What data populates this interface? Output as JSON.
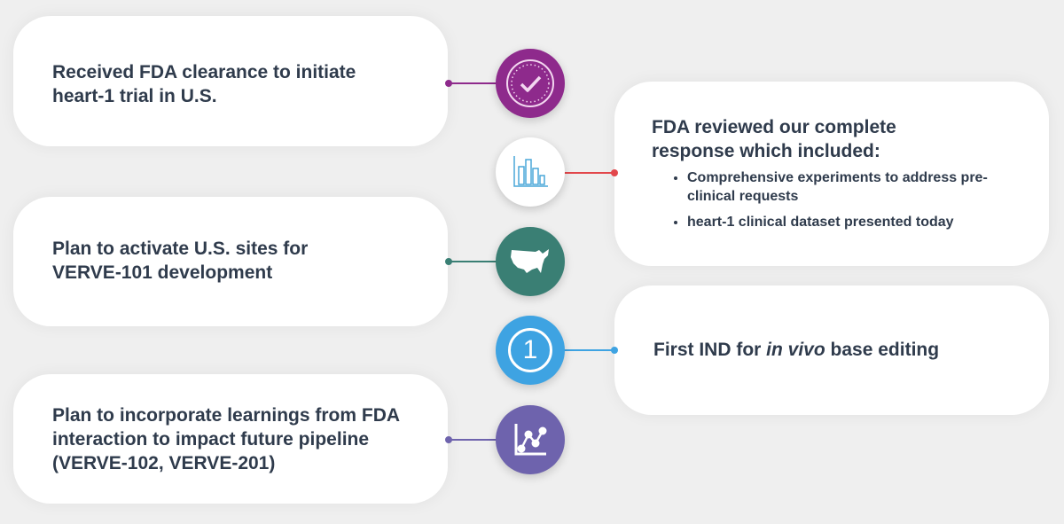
{
  "left_cards": [
    {
      "text": "Received FDA clearance to initiate heart-1 trial in U.S.",
      "icon": "check-badge-icon",
      "color": "#8e2a8c"
    },
    {
      "text": "Plan to activate U.S. sites for VERVE-101 development",
      "icon": "us-map-icon",
      "color": "#3a7f74"
    },
    {
      "text": "Plan to incorporate learnings from FDA interaction to impact future pipeline (VERVE-102, VERVE-201)",
      "icon": "line-chart-icon",
      "color": "#6e63ad"
    }
  ],
  "right_cards": [
    {
      "title": "FDA reviewed our complete response which included:",
      "bullets": [
        "Comprehensive experiments to address pre-clinical requests",
        "heart-1 clinical dataset presented today"
      ],
      "icon": "bar-chart-icon",
      "color": "#e2474b"
    },
    {
      "text_before": "First IND for ",
      "text_italic": "in vivo",
      "text_after": " base editing",
      "icon": "number-one-icon",
      "number": "1",
      "color": "#3ea3e2"
    }
  ]
}
